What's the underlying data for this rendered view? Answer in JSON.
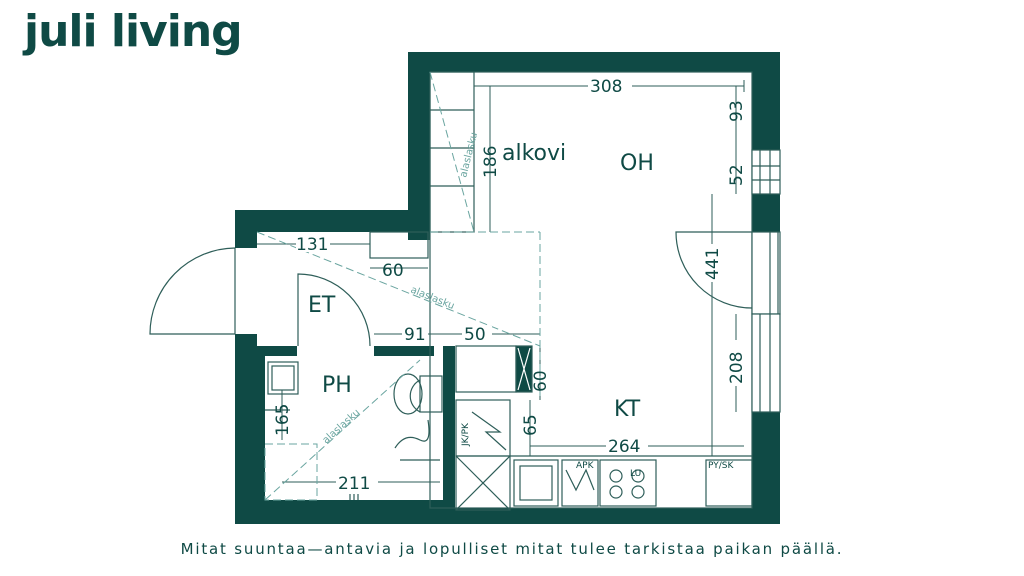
{
  "brand": {
    "logo": "juli living"
  },
  "floorplan": {
    "rooms": {
      "alkovi": "alkovi",
      "oh": "OH",
      "et": "ET",
      "ph": "PH",
      "kt": "KT"
    },
    "dimensions": {
      "top": "308",
      "alkovi_height": "186",
      "right_top": "93",
      "right_window": "52",
      "right_mid": "441",
      "right_low": "208",
      "et_width": "131",
      "et_60": "60",
      "d91": "91",
      "d50": "50",
      "d60_vertical": "60",
      "d65": "65",
      "kt_width": "264",
      "ph_height": "165",
      "ph_width": "211"
    },
    "annotations": {
      "alaslasku_1": "alaslasku",
      "alaslasku_2": "alaslasku",
      "alaslasku_3": "alaslasku",
      "jkpk": "JK/PK",
      "apk": "APK",
      "lu": "LU",
      "pysk": "PY/SK"
    }
  },
  "footer": {
    "note": "Mitat suuntaa—antavia ja lopulliset mitat tulee tarkistaa paikan päällä."
  },
  "colors": {
    "wall": "#0f4a45",
    "line": "#2e5e59",
    "dashed": "#6aa5a0"
  }
}
